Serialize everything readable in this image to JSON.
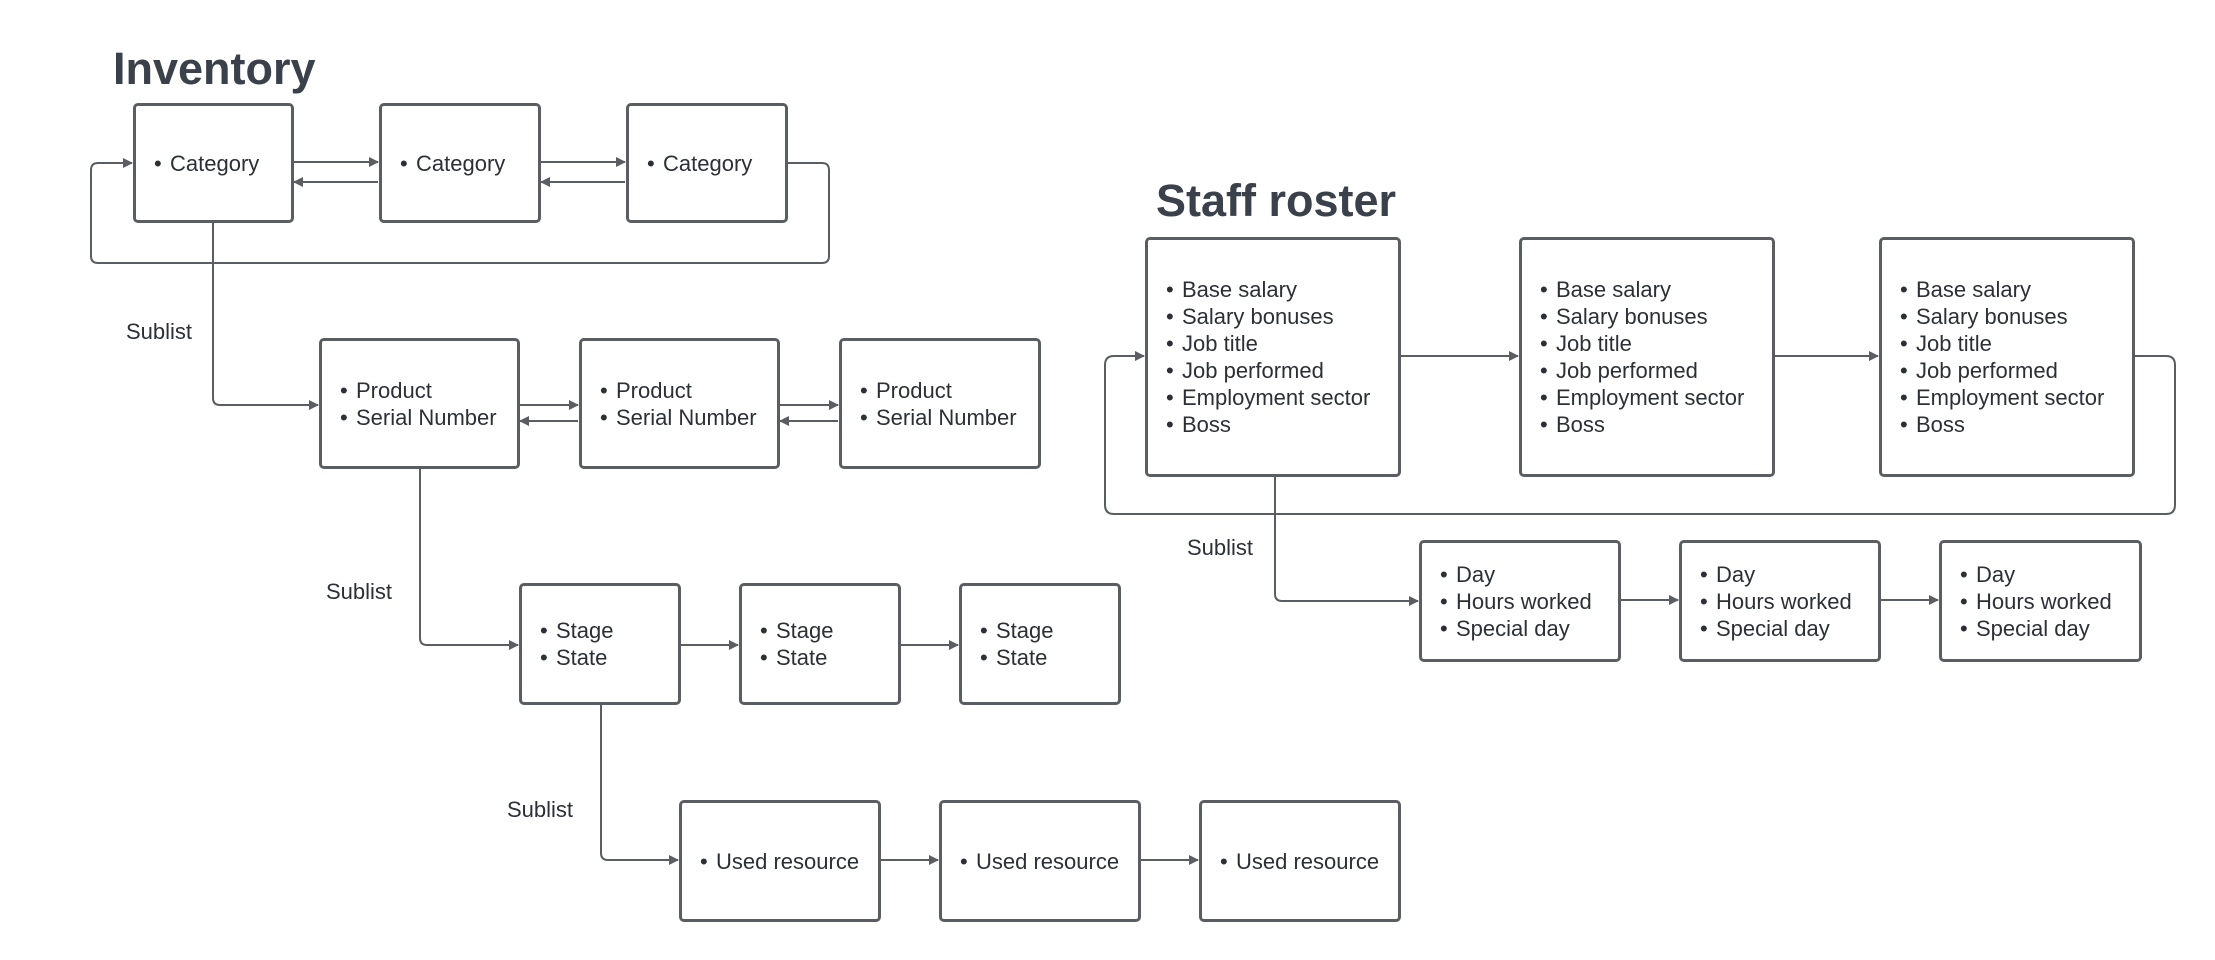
{
  "inventory": {
    "title": "Inventory",
    "categories": [
      "Category",
      "Category",
      "Category"
    ],
    "products": [
      [
        "Product",
        "Serial Number"
      ],
      [
        "Product",
        "Serial Number"
      ],
      [
        "Product",
        "Serial Number"
      ]
    ],
    "stages": [
      [
        "Stage",
        "State"
      ],
      [
        "Stage",
        "State"
      ],
      [
        "Stage",
        "State"
      ]
    ],
    "resources": [
      "Used resource",
      "Used resource",
      "Used resource"
    ],
    "sublist_labels": [
      "Sublist",
      "Sublist",
      "Sublist"
    ]
  },
  "staff": {
    "title": "Staff roster",
    "employees": [
      [
        "Base salary",
        "Salary bonuses",
        "Job title",
        "Job performed",
        "Employment sector",
        "Boss"
      ],
      [
        "Base salary",
        "Salary bonuses",
        "Job title",
        "Job performed",
        "Employment sector",
        "Boss"
      ],
      [
        "Base salary",
        "Salary bonuses",
        "Job title",
        "Job performed",
        "Employment sector",
        "Boss"
      ]
    ],
    "days": [
      [
        "Day",
        "Hours worked",
        "Special day"
      ],
      [
        "Day",
        "Hours worked",
        "Special day"
      ],
      [
        "Day",
        "Hours worked",
        "Special day"
      ]
    ],
    "sublist_label": "Sublist"
  },
  "colors": {
    "stroke": "#5a5d62",
    "title": "#3a414a",
    "text": "#2c3036"
  }
}
